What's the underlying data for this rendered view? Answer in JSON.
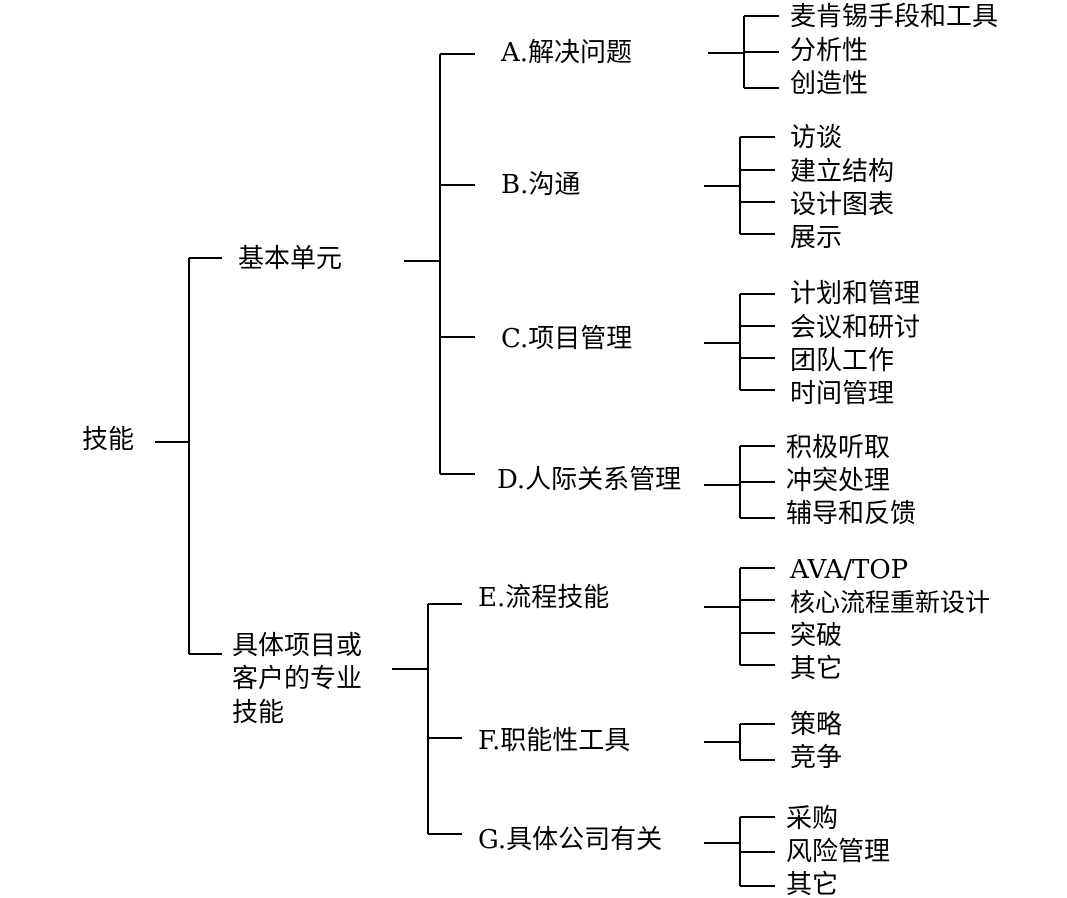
{
  "tree": {
    "root": "技能",
    "groups": [
      {
        "label": "基本单元",
        "categories": [
          {
            "label": "A.解决问题",
            "items": [
              "麦肯锡手段和工具",
              "分析性",
              "创造性"
            ]
          },
          {
            "label": "B.沟通",
            "items": [
              "访谈",
              "建立结构",
              "设计图表",
              "展示"
            ]
          },
          {
            "label": "C.项目管理",
            "items": [
              "计划和管理",
              "会议和研讨",
              "团队工作",
              "时间管理"
            ]
          },
          {
            "label": "D.人际关系管理",
            "items": [
              "积极听取",
              "冲突处理",
              "辅导和反馈"
            ]
          }
        ]
      },
      {
        "label_lines": [
          "具体项目或",
          "客户的专业",
          "技能"
        ],
        "categories": [
          {
            "label": "E.流程技能",
            "items": [
              "AVA/TOP",
              "核心流程重新设计",
              "突破",
              "其它"
            ]
          },
          {
            "label": "F.职能性工具",
            "items": [
              "策略",
              "竞争"
            ]
          },
          {
            "label": "G.具体公司有关",
            "items": [
              "采购",
              "风险管理",
              "其它"
            ]
          }
        ]
      }
    ]
  }
}
